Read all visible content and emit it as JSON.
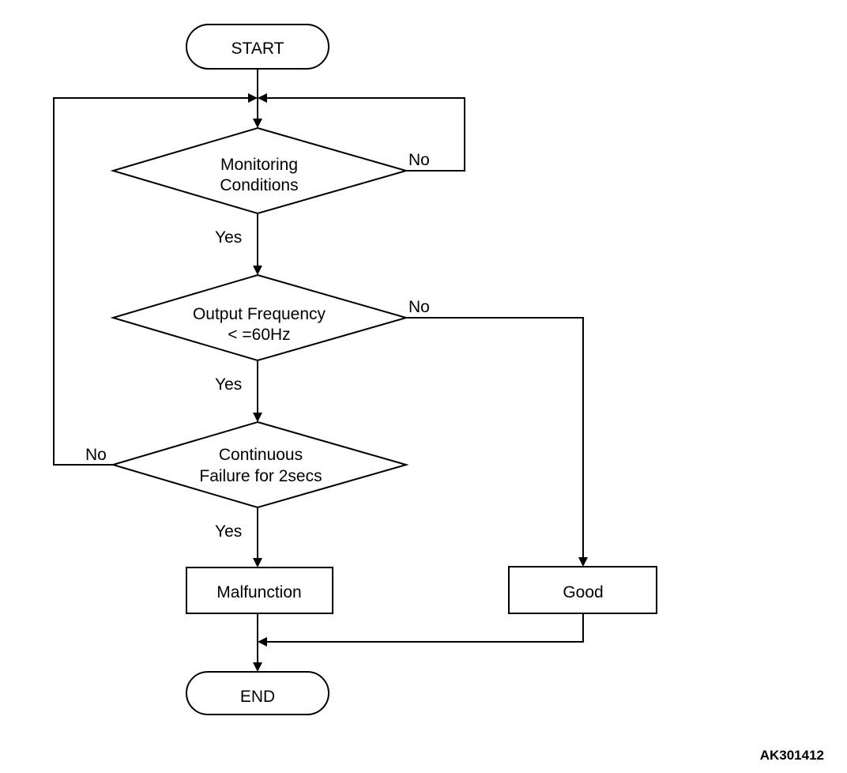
{
  "flowchart": {
    "start_label": "START",
    "end_label": "END",
    "decision1": {
      "line1": "Monitoring",
      "line2": "Conditions",
      "yes": "Yes",
      "no": "No"
    },
    "decision2": {
      "line1": "Output Frequency",
      "line2": "< =60Hz",
      "yes": "Yes",
      "no": "No"
    },
    "decision3": {
      "line1": "Continuous",
      "line2": "Failure for 2secs",
      "yes": "Yes",
      "no": "No"
    },
    "malfunction_label": "Malfunction",
    "good_label": "Good",
    "reference_code": "AK301412"
  }
}
